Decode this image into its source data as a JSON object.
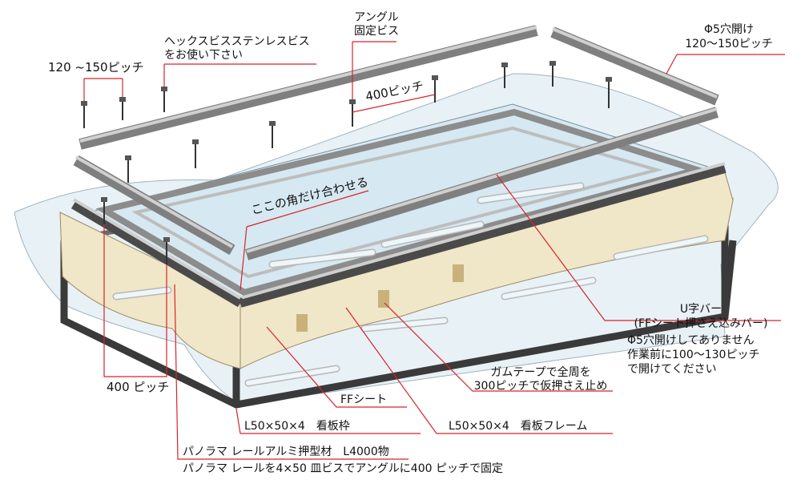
{
  "labels": {
    "pitch_screw": "120 ~150ピッチ",
    "hex_screw_1": "ヘックスビスステンレスビス",
    "hex_screw_2": "をお使い下さい",
    "angle_screw_1": "アングル",
    "angle_screw_2": "固定ビス",
    "hole_1": "Φ5穴開け",
    "hole_2": "120～150ピッチ",
    "pitch_400_top": "400ピッチ",
    "corner_note": "ここの角だけ合わせる",
    "ubar_1": "U字バー",
    "ubar_2": "(FFシート押さえ込みバー)",
    "ubar_note_1": "Φ5穴開けしてありません",
    "ubar_note_2": "作業前に100～130ピッチ",
    "ubar_note_3": "で開けてください",
    "gum_1": "ガムテープで全周を",
    "gum_2": "300ピッチで仮押さえ止め",
    "pitch_400_left": "400 ピッチ",
    "ff_sheet": "FFシート",
    "sign_frame_l": "L50×50×4　看板枠",
    "sign_frame_r": "L50×50×4　看板フレーム",
    "panorama_rail": "パノラマ レールアルミ押型材　L4000物",
    "panorama_fix": "パノラマ レールを4×50 皿ビスでアングルに400 ピッチで固定"
  },
  "colors": {
    "leader": "#d8232a",
    "metal_dark": "#3a3a3a",
    "metal_mid": "#8c8c8c",
    "metal_light": "#d7d7d7",
    "canvas": "#efe6c9",
    "glass": "#dbeaf2",
    "tape": "#c9b27a"
  }
}
